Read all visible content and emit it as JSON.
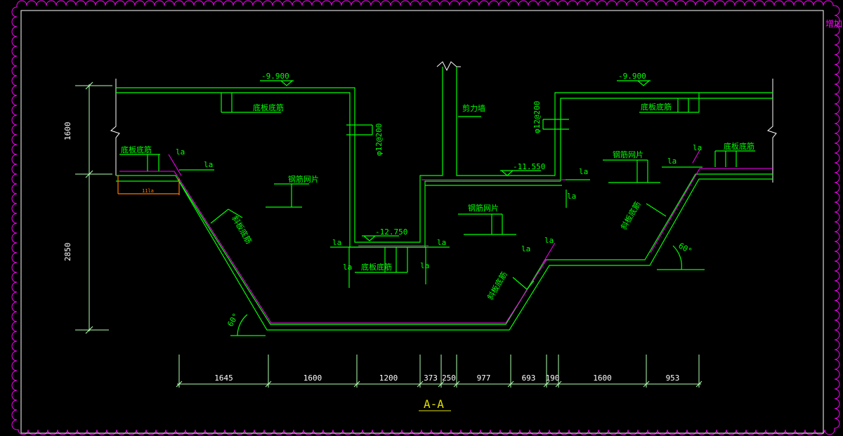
{
  "section_title": "A-A",
  "corner_note": "增加基",
  "elevations": {
    "left_top": "-9.900",
    "right_top": "-9.900",
    "mid_right": "-11.550",
    "pit_bottom": "-12.750"
  },
  "rebar": {
    "left_wall": "φ12@200",
    "right_wall": "φ12@200"
  },
  "notes": {
    "top_bars_left": "底板底筋",
    "top_bars_right": "底板底筋",
    "pit_bars": "底板底筋",
    "left_bars": "底板底筋",
    "right_bars": "底板底筋",
    "mesh_1": "钢筋网片",
    "mesh_2": "钢筋网片",
    "mesh_3": "钢筋网片",
    "wall": "剪力墙",
    "slope_left": "斜板底筋",
    "slope_mid": "斜板底筋",
    "slope_right": "斜板底筋"
  },
  "la_label": "la",
  "angles": {
    "left": "60°",
    "right": "60°"
  },
  "orange_dim": "11la",
  "vertical_dims": [
    "1600",
    "2850"
  ],
  "bottom_dims": [
    "1645",
    "1600",
    "1200",
    "373",
    "250",
    "977",
    "693",
    "190",
    "1600",
    "953"
  ],
  "colors": {
    "green": "#00ff00",
    "magenta": "#ff00ff",
    "white": "#ffffff",
    "yellow": "#e0e000",
    "orange": "#ff7700"
  }
}
